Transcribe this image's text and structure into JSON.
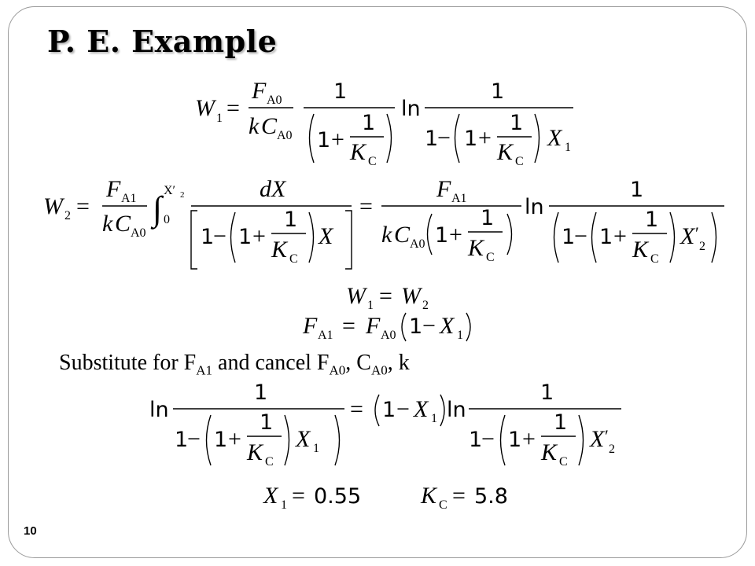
{
  "slide": {
    "title": "P. E. Example",
    "page_number": "10"
  },
  "symbols": {
    "W": "W",
    "F": "F",
    "C": "C",
    "K": "K",
    "X": "X",
    "dX": "dX",
    "k": "k",
    "ln": "ln",
    "one": "1",
    "eq": "=",
    "plus": "+",
    "minus": "−",
    "sub_1": "1",
    "sub_2": "2",
    "sub_A0": "A0",
    "sub_A1": "A1",
    "sub_C": "C",
    "int_sign": "∫",
    "int_lower": "0",
    "int_upper": "X′",
    "prime": "′"
  },
  "substitution_text": {
    "prefix": "Substitute for F",
    "sub_A1": "A1",
    "mid": " and cancel F",
    "sub_A0": "A0",
    "sep_c": ", C",
    "sub_CA0": "A0",
    "suffix": ", k"
  },
  "values": {
    "x1_value": "0.55",
    "kc_value": "5.8"
  }
}
